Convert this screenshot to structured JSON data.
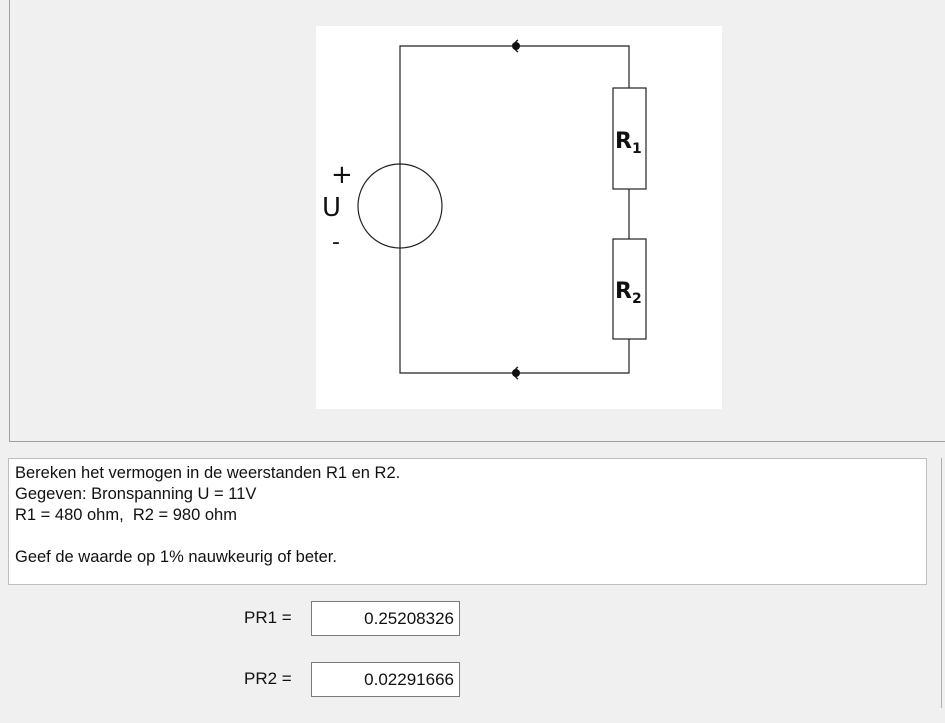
{
  "diagram": {
    "source_plus": "+",
    "source_label": "U",
    "source_minus": "-",
    "r1_main": "R",
    "r1_sub": "1",
    "r2_main": "R",
    "r2_sub": "2"
  },
  "question": {
    "line1": "Bereken het vermogen in de weerstanden R1 en R2.",
    "line2": "Gegeven: Bronspanning U = 11V",
    "line3": "R1 = 480 ohm,  R2 = 980 ohm",
    "line4": "Geef de waarde op 1% nauwkeurig of beter."
  },
  "answers": {
    "pr1_label": "PR1 =",
    "pr1_value": "0.25208326",
    "pr2_label": "PR2 =",
    "pr2_value": "0.02291666"
  }
}
